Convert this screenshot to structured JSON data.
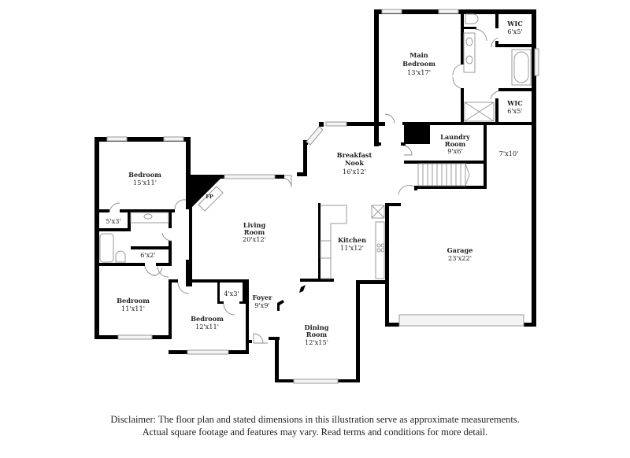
{
  "floor_plan": {
    "rooms": [
      {
        "id": "main-bedroom",
        "name_line1": "Main",
        "name_line2": "Bedroom",
        "dims": "13'x17'"
      },
      {
        "id": "wic-1",
        "name_line1": "WIC",
        "dims": "6'x5'"
      },
      {
        "id": "wic-2",
        "name_line1": "WIC",
        "dims": "6'x5'"
      },
      {
        "id": "breakfast-nook",
        "name_line1": "Breakfast",
        "name_line2": "Nook",
        "dims": "16'x12'"
      },
      {
        "id": "laundry-room",
        "name_line1": "Laundry",
        "name_line2": "Room",
        "dims": "9'x6'"
      },
      {
        "id": "storage",
        "dims": "7'x10'"
      },
      {
        "id": "bedroom-1",
        "name_line1": "Bedroom",
        "dims": "15'x11'"
      },
      {
        "id": "fireplace",
        "name_line1": "FP"
      },
      {
        "id": "living-room",
        "name_line1": "Living",
        "name_line2": "Room",
        "dims": "20'x12'"
      },
      {
        "id": "closet-1",
        "dims": "5'x3'"
      },
      {
        "id": "closet-2",
        "dims": "6'x2'"
      },
      {
        "id": "kitchen",
        "name_line1": "Kitchen",
        "dims": "11'x12'"
      },
      {
        "id": "garage",
        "name_line1": "Garage",
        "dims": "23'x22'"
      },
      {
        "id": "bedroom-2",
        "name_line1": "Bedroom",
        "dims": "11'x11'"
      },
      {
        "id": "closet-3",
        "dims": "4'x3'"
      },
      {
        "id": "foyer",
        "name_line1": "Foyer",
        "dims": "9'x9'"
      },
      {
        "id": "bedroom-3",
        "name_line1": "Bedroom",
        "dims": "12'x11'"
      },
      {
        "id": "dining-room",
        "name_line1": "Dining",
        "name_line2": "Room",
        "dims": "12'x15'"
      }
    ]
  },
  "disclaimer": {
    "line1": "Disclaimer: The floor plan and stated dimensions in this illustration serve as approximate measurements.",
    "line2": "Actual square footage and features may vary. Read terms and conditions for more detail."
  }
}
